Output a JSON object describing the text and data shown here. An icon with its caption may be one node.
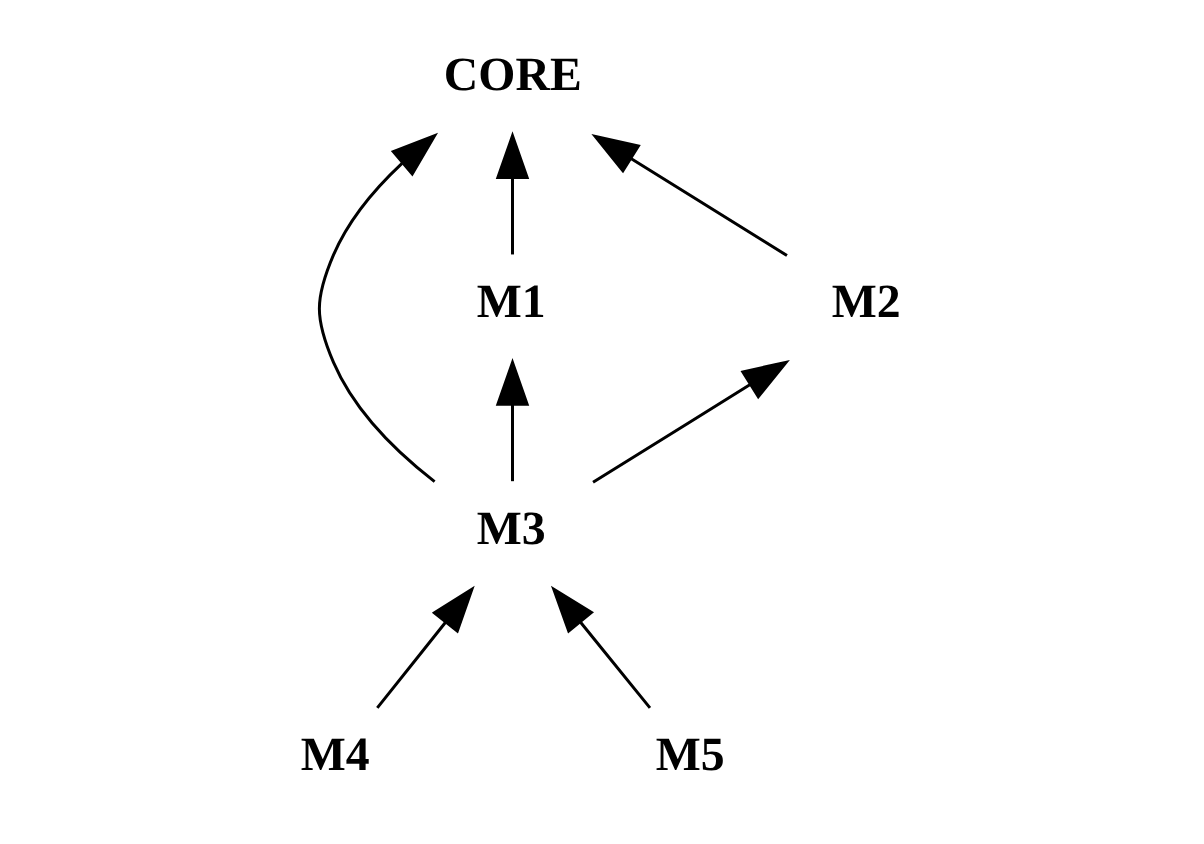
{
  "diagram": {
    "nodes": [
      {
        "text": [
          "CORE"
        ]
      },
      {
        "text": [
          "M1"
        ]
      },
      {
        "text": [
          "M2"
        ]
      },
      {
        "text": [
          "M3"
        ]
      },
      {
        "text": [
          "M4"
        ]
      },
      {
        "text": [
          "M5"
        ]
      }
    ],
    "edges": [
      {
        "from": 1,
        "to": 0,
        "arrow": "to"
      },
      {
        "from": 3,
        "to": 0,
        "arrow": "to"
      },
      {
        "from": 2,
        "to": 0,
        "arrow": "to"
      },
      {
        "from": 3,
        "to": 1,
        "arrow": "to"
      },
      {
        "from": 3,
        "to": 2,
        "arrow": "to"
      },
      {
        "from": 4,
        "to": 3,
        "arrow": "to"
      },
      {
        "from": 5,
        "to": 3,
        "arrow": "to"
      }
    ]
  }
}
